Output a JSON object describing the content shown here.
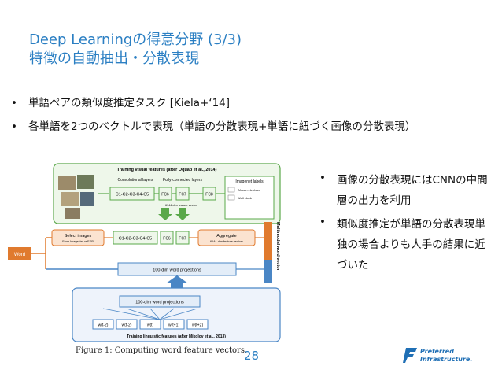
{
  "slide": {
    "title_line1": "Deep Learningの得意分野 (3/3)",
    "title_line2": "特徴の自動抽出・分散表現",
    "bullets": [
      "単語ペアの類似度推定タスク [Kiela+‘14]",
      "各単語を2つのベクトルで表現（単語の分散表現+単語に紐づく画像の分散表現）"
    ],
    "right_bullets": [
      "画像の分散表現にはCNNの中間層の出力を利用",
      "類似度推定が単語の分散表現単独の場合よりも人手の結果に近づいた"
    ],
    "page_number": "28",
    "logo_line1": "Preferred",
    "logo_line2": "Infrastructure."
  },
  "figure": {
    "caption": "Figure 1: Computing word feature vectors.",
    "visual_box_title": "Training visual features (after Oquab et al., 2014)",
    "conv_label": "Convolutional layers",
    "fc_label": "Fully-connected layers",
    "imagenet_label": "Imagenet labels",
    "conv_block": "C1-C2-C3-C4-C5",
    "fc6": "FC6",
    "fc7": "FC7",
    "fc8": "FC8",
    "dim_note": "6144-dim feature vector",
    "label_1": "African elephant",
    "label_2": "Wall clock",
    "select_images": "Select images",
    "select_images_sub": "From ImageNet or ESP",
    "aggregate": "Aggregate",
    "aggregate_sub": "6144-dim feature vectors",
    "word_label": "Word",
    "word_proj": "100-dim word projections",
    "word_proj_inner": "100-dim word projections",
    "multimodal": "Multimodal word vector",
    "context_words": [
      "w(t-2)",
      "w(t-2)",
      "w(t)",
      "w(t+1)",
      "w(t+2)"
    ],
    "ling_box_title": "Training linguistic features (after Mikolov et al., 2013)"
  },
  "colors": {
    "title_blue": "#2b7fc3",
    "green": "#5aa84a",
    "orange": "#e07a2e",
    "blue_box": "#4a86c5"
  }
}
